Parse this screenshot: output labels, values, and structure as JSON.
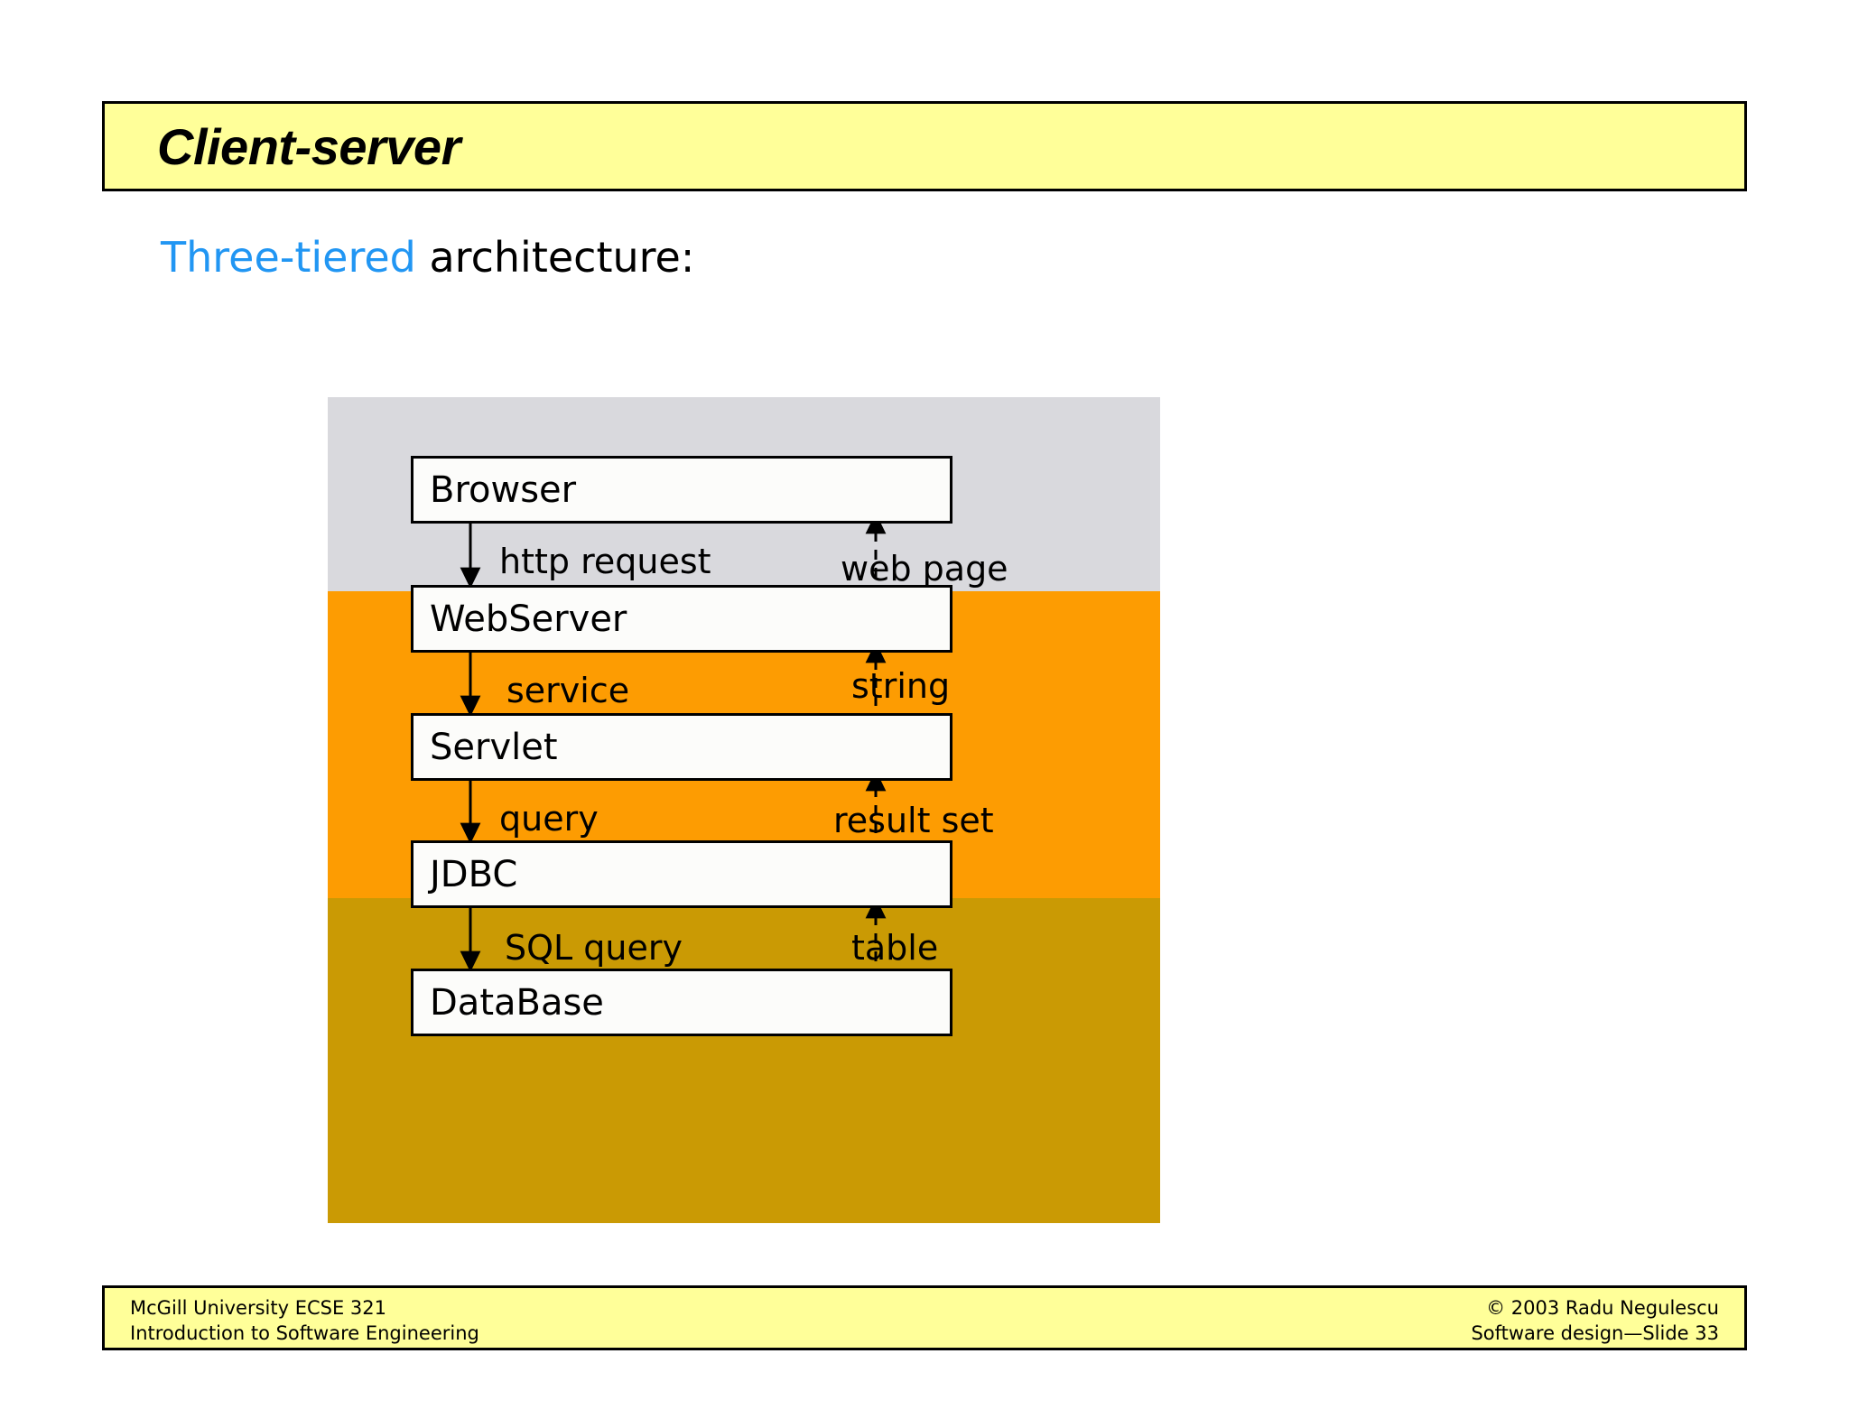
{
  "slide": {
    "title": "Client-server",
    "subtitle": {
      "accent": "Three-tiered",
      "rest": " architecture:"
    },
    "accent_color": "#2196f3",
    "title_bar_color": "#ffff99"
  },
  "diagram": {
    "type": "layered-architecture",
    "tiers": [
      {
        "id": "client",
        "color": "#d9d9dd",
        "label": ""
      },
      {
        "id": "server",
        "color": "#fd9c02",
        "label": ""
      },
      {
        "id": "database",
        "color": "#ca9a04",
        "label": ""
      }
    ],
    "nodes": [
      {
        "id": "browser",
        "label": "Browser",
        "tier": "client"
      },
      {
        "id": "webserver",
        "label": "WebServer",
        "tier": "server"
      },
      {
        "id": "servlet",
        "label": "Servlet",
        "tier": "server"
      },
      {
        "id": "jdbc",
        "label": "JDBC",
        "tier": "database"
      },
      {
        "id": "database",
        "label": "DataBase",
        "tier": "database"
      }
    ],
    "edges_down": [
      {
        "from": "browser",
        "to": "webserver",
        "label": "http request",
        "style": "solid"
      },
      {
        "from": "webserver",
        "to": "servlet",
        "label": "service",
        "style": "solid"
      },
      {
        "from": "servlet",
        "to": "jdbc",
        "label": "query",
        "style": "solid"
      },
      {
        "from": "jdbc",
        "to": "database",
        "label": "SQL query",
        "style": "solid"
      }
    ],
    "edges_up": [
      {
        "from": "webserver",
        "to": "browser",
        "label": "web page",
        "style": "dashed"
      },
      {
        "from": "servlet",
        "to": "webserver",
        "label": "string",
        "style": "dashed"
      },
      {
        "from": "jdbc",
        "to": "servlet",
        "label": "result set",
        "style": "dashed"
      },
      {
        "from": "database",
        "to": "jdbc",
        "label": "table",
        "style": "dashed"
      }
    ]
  },
  "footer": {
    "left_line1": "McGill University ECSE 321",
    "left_line2": "Introduction to Software Engineering",
    "right_line1": "© 2003 Radu Negulescu",
    "right_line2": "Software design—Slide 33"
  }
}
